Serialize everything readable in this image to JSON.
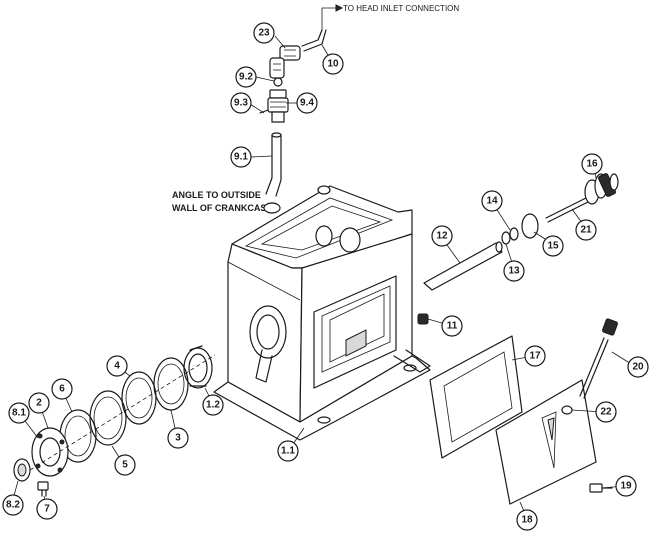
{
  "notes": {
    "head_inlet": "TO HEAD INLET CONNECTION",
    "angle_line1": "ANGLE TO OUTSIDE",
    "angle_line2": "WALL OF CRANKCASE"
  },
  "callouts": [
    "23",
    "10",
    "9.2",
    "9.3",
    "9.4",
    "9.1",
    "16",
    "21",
    "14",
    "15",
    "13",
    "12",
    "11",
    "17",
    "20",
    "22",
    "19",
    "18",
    "1.1",
    "1.2",
    "3",
    "4",
    "5",
    "6",
    "2",
    "8.1",
    "8.2",
    "7"
  ]
}
